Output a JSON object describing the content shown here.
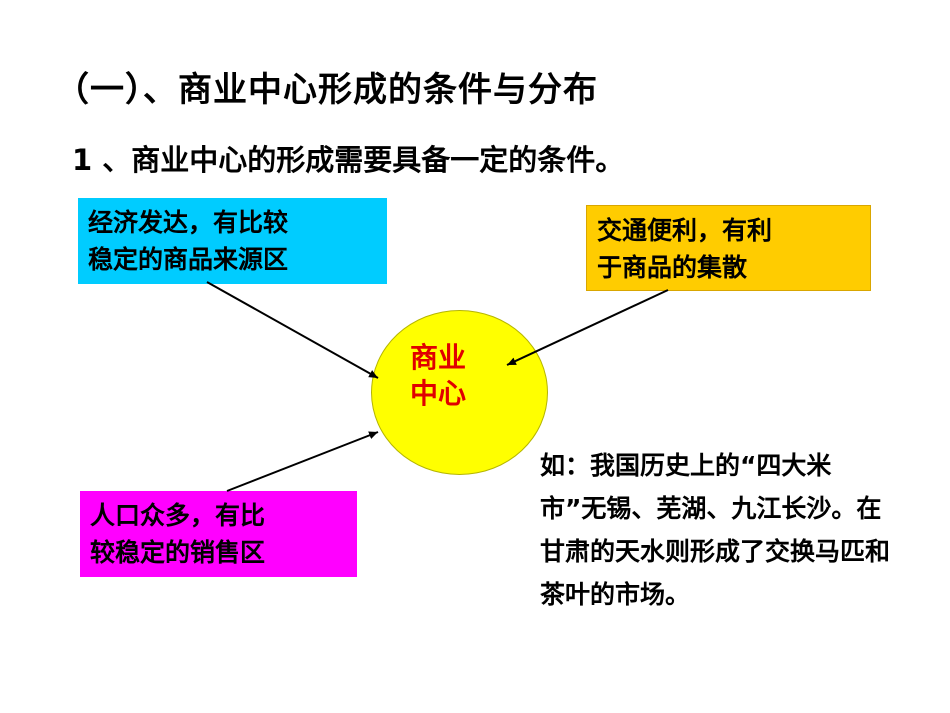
{
  "title": "（一）、商业中心形成的条件与分布",
  "subtitle": "1 、商业中心的形成需要具备一定的条件。",
  "boxes": {
    "top_left": "经济发达，有比较\n稳定的商品来源区",
    "top_right": "交通便利，有利\n于商品的集散",
    "bottom_left": "人口众多，有比\n较稳定的销售区"
  },
  "center": "商业\n中心",
  "note": "如：我国历史上的“四大米市”无锡、芜湖、九江长沙。在甘肃的天水则形成了交换马匹和茶叶的市场。",
  "colors": {
    "top_left_box": "#00ccff",
    "top_right_box": "#ffcc00",
    "bottom_left_box": "#ff00ff",
    "center_circle": "#ffff00",
    "center_text": "#e00000"
  }
}
